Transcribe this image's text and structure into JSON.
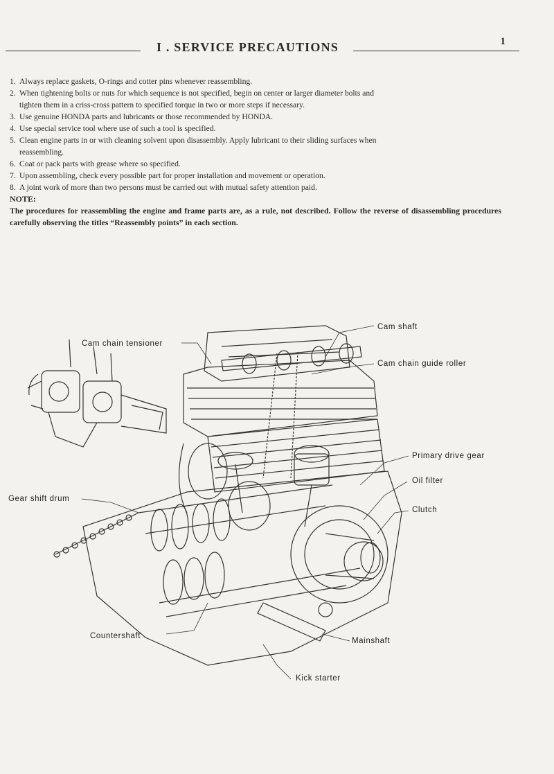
{
  "page_number": "1",
  "section_title": "I . SERVICE PRECAUTIONS",
  "precautions": [
    {
      "num": "1.",
      "text": "Always replace gaskets, O-rings and cotter pins whenever reassembling."
    },
    {
      "num": "2.",
      "text": "When tightening bolts or nuts for which sequence is not specified, begin on center or larger diameter bolts and",
      "cont": "tighten them in a criss-cross pattern to specified torque in two or more steps if necessary."
    },
    {
      "num": "3.",
      "text": "Use genuine HONDA parts and lubricants or those recommended by HONDA."
    },
    {
      "num": "4.",
      "text": "Use special service tool where use of such a tool is specified."
    },
    {
      "num": "5.",
      "text": "Clean engine parts in or with cleaning solvent upon disassembly.  Apply lubricant to their sliding surfaces when",
      "cont": "reassembling."
    },
    {
      "num": "6.",
      "text": "Coat or pack parts with grease where so specified."
    },
    {
      "num": "7.",
      "text": "Upon assembling, check every possible part for proper installation and movement or operation."
    },
    {
      "num": "8.",
      "text": "A joint work of more than two persons must be carried out with mutual safety attention paid."
    }
  ],
  "note": {
    "label": "NOTE:",
    "text": "The procedures for reassembling the engine and frame parts are, as a rule, not described.  Follow the reverse of disassembling procedures carefully observing the titles “Reassembly points” in each section."
  },
  "diagram_labels": {
    "cam_shaft": "Cam shaft",
    "cam_chain_tensioner": "Cam chain tensioner",
    "cam_chain_guide_roller": "Cam chain guide roller",
    "primary_drive_gear": "Primary drive gear",
    "oil_filter": "Oil filter",
    "gear_shift_drum": "Gear shift drum",
    "clutch": "Clutch",
    "countershaft": "Countershaft",
    "mainshaft": "Mainshaft",
    "kick_starter": "Kick starter"
  }
}
